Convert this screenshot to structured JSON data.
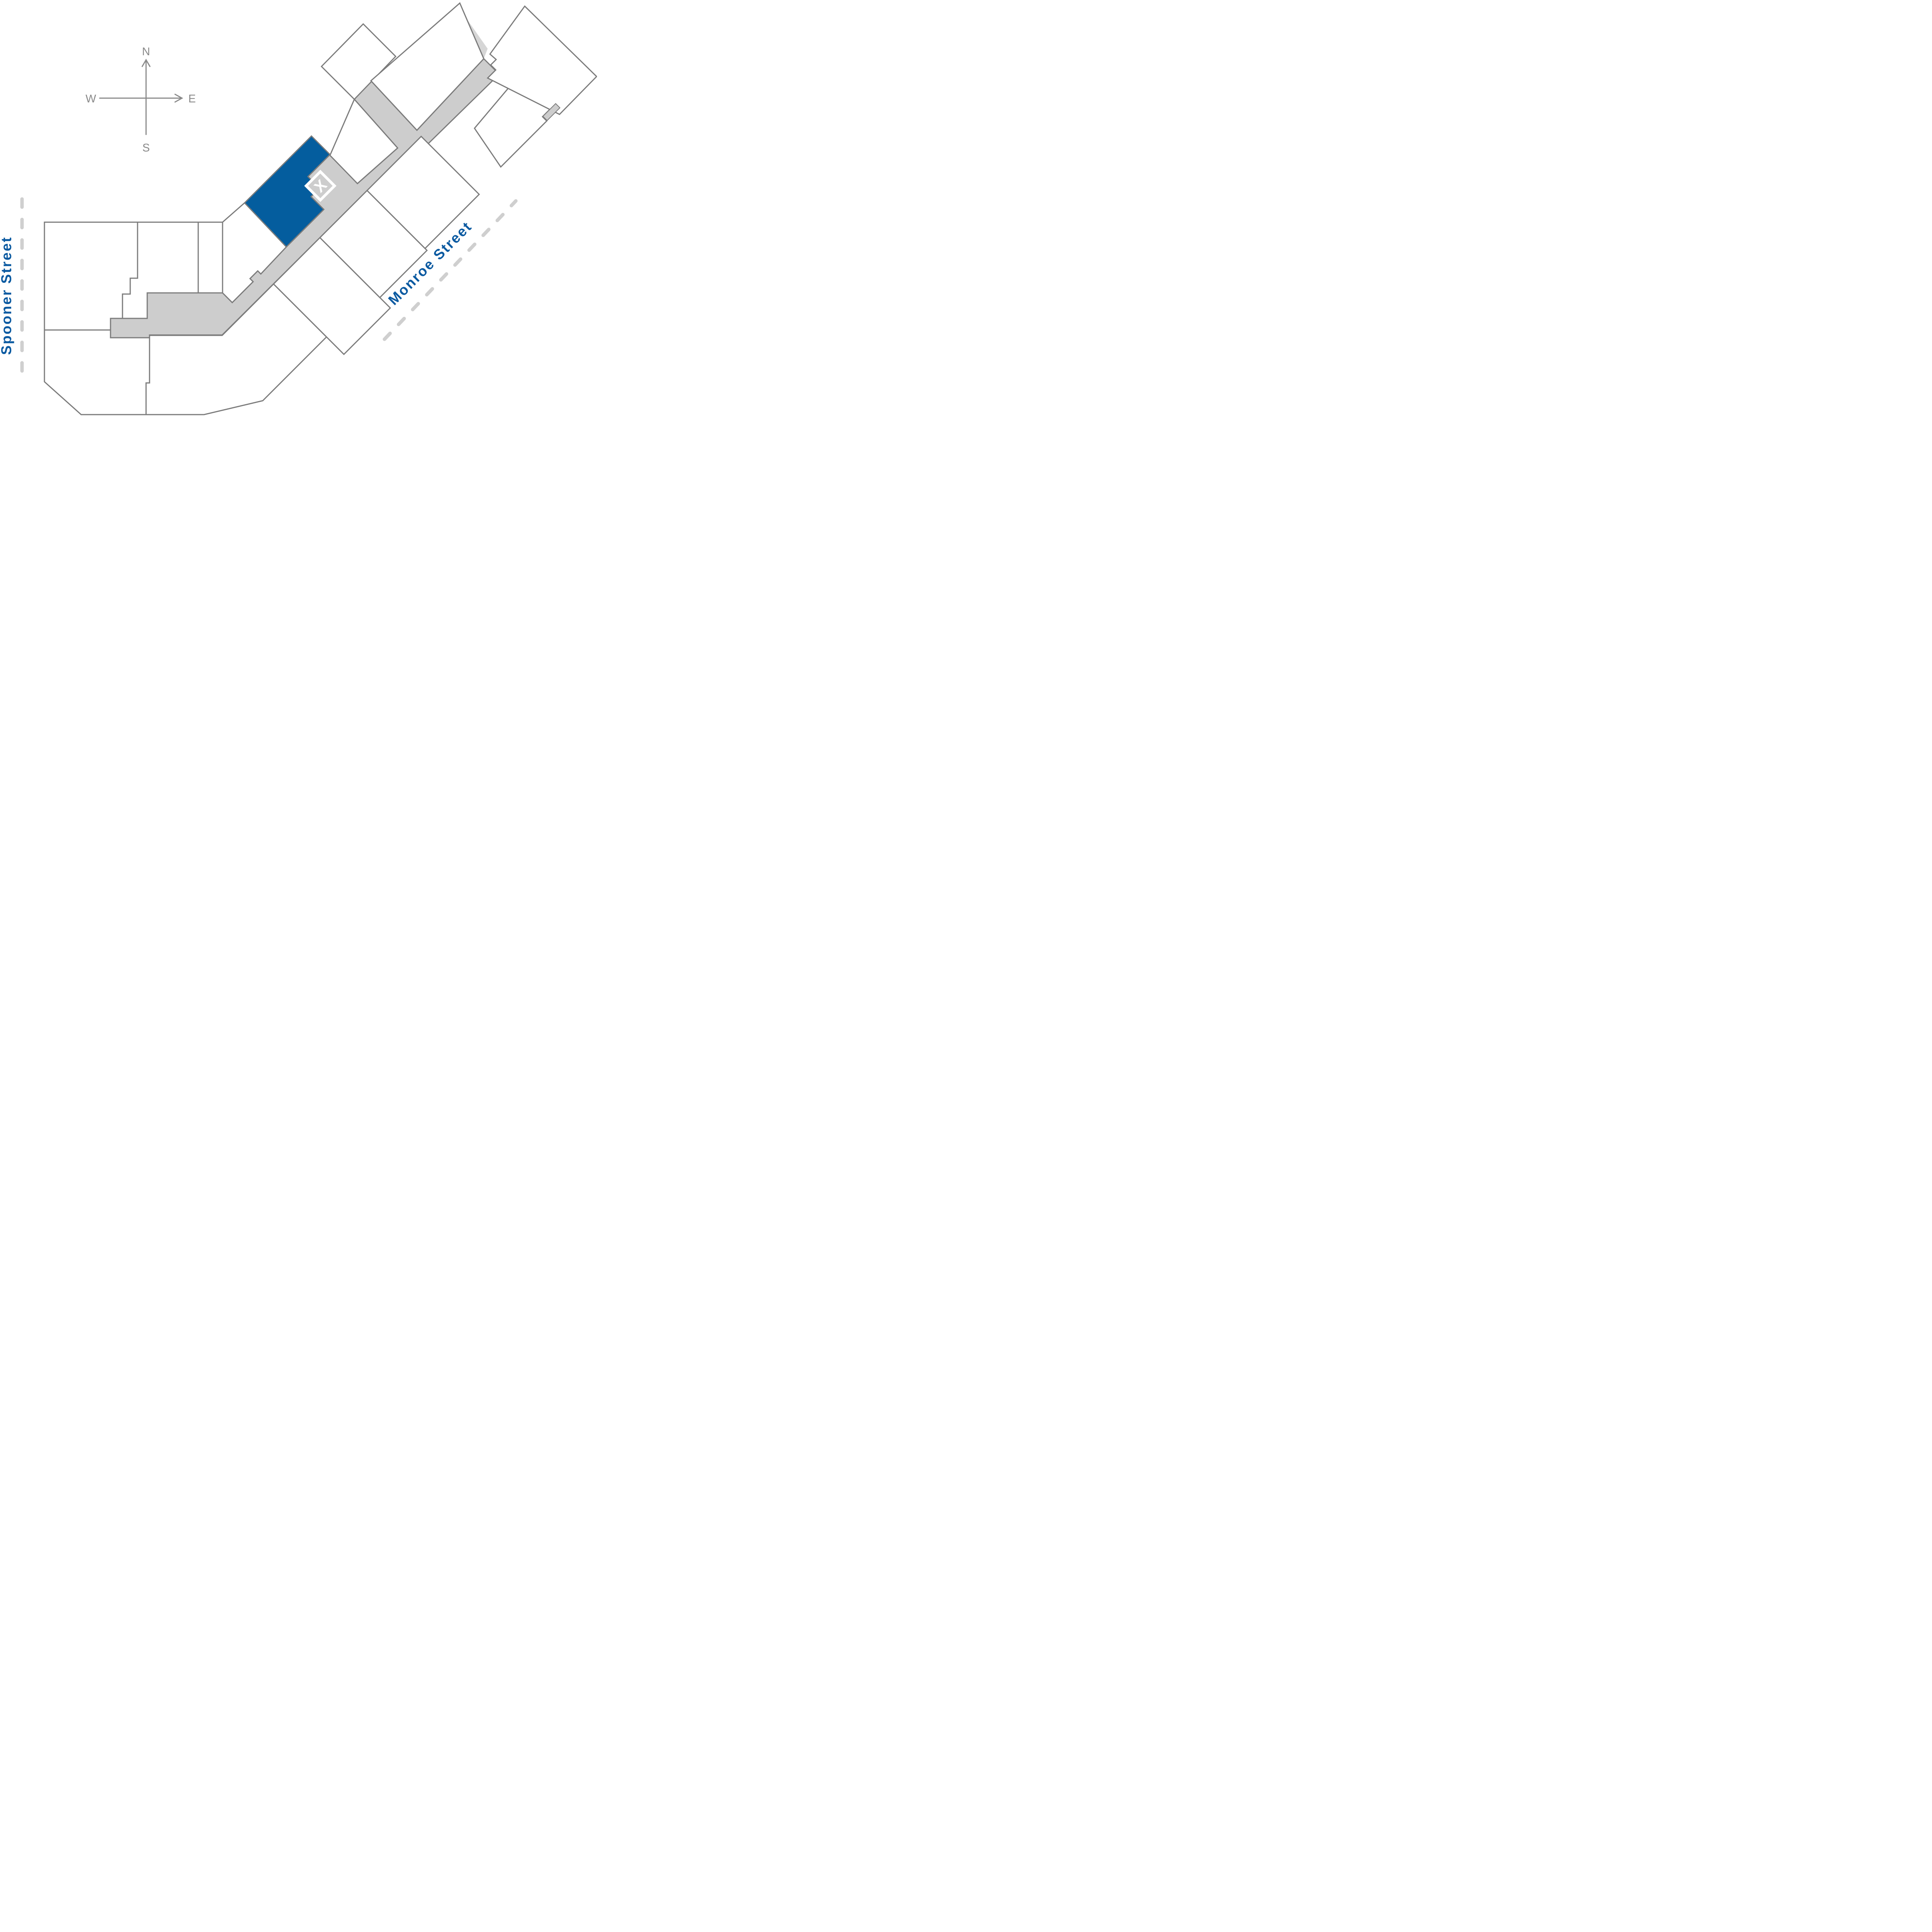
{
  "map": {
    "marker": {
      "letter": "X"
    },
    "streets": [
      {
        "name": "Spooner Street"
      },
      {
        "name": "Monroe Street"
      }
    ],
    "compass": {
      "north": "N",
      "south": "S",
      "east": "E",
      "west": "W"
    },
    "colors": {
      "highlight_unit": "#045d9e",
      "street_label": "#0b5aa1",
      "walkway_gray": "#cdcdcd",
      "outline_gray": "#7b7b7b",
      "dash_gray": "#cfcfcf",
      "compass_gray": "#8a8a8a",
      "background": "#ffffff"
    }
  }
}
